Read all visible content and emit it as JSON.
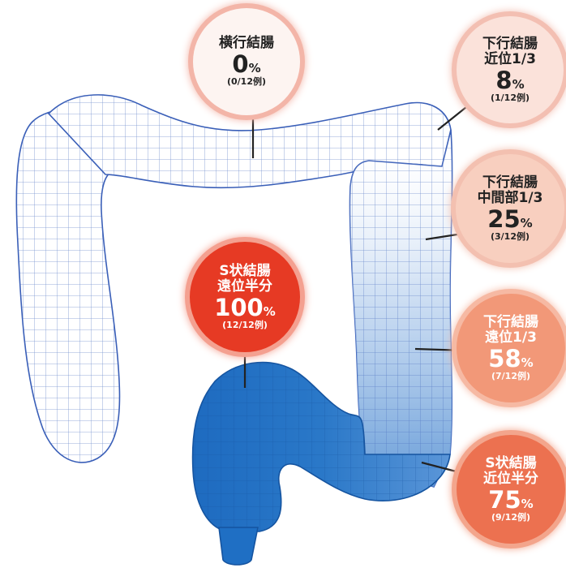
{
  "colors": {
    "outline": "#3a5fb8",
    "mesh": "#4a6fc0",
    "filled": "#1f6fc4",
    "filled_dark": "#1554a0",
    "pointer": "#222222"
  },
  "segments": [
    {
      "id": "transverse",
      "label_lines": [
        "横行結腸"
      ],
      "percent": "0",
      "unit": "%",
      "count": "(0/12例)",
      "value": 0,
      "fill_level": 0.0,
      "bubble_bg": "#fdf4f1",
      "ring": "#f3b5a8",
      "text_color": "#222222"
    },
    {
      "id": "descending-proximal",
      "label_lines": [
        "下行結腸",
        "近位1/3"
      ],
      "percent": "8",
      "unit": "%",
      "count": "(1/12例)",
      "value": 8,
      "fill_level": 0.08,
      "bubble_bg": "#fbe2da",
      "ring": "#f3bfb2",
      "text_color": "#222222"
    },
    {
      "id": "descending-middle",
      "label_lines": [
        "下行結腸",
        "中間部1/3"
      ],
      "percent": "25",
      "unit": "%",
      "count": "(3/12例)",
      "value": 25,
      "fill_level": 0.25,
      "bubble_bg": "#f8cfbf",
      "ring": "#f3c0b0",
      "text_color": "#222222"
    },
    {
      "id": "descending-distal",
      "label_lines": [
        "下行結腸",
        "遠位1/3"
      ],
      "percent": "58",
      "unit": "%",
      "count": "(7/12例)",
      "value": 58,
      "fill_level": 0.58,
      "bubble_bg": "#f29878",
      "ring": "#f6b9a3",
      "text_color": "#ffffff"
    },
    {
      "id": "sigmoid-proximal",
      "label_lines": [
        "S状結腸",
        "近位半分"
      ],
      "percent": "75",
      "unit": "%",
      "count": "(9/12例)",
      "value": 75,
      "fill_level": 0.75,
      "bubble_bg": "#ec7150",
      "ring": "#f3a58c",
      "text_color": "#ffffff"
    },
    {
      "id": "sigmoid-distal",
      "label_lines": [
        "S状結腸",
        "遠位半分"
      ],
      "percent": "100",
      "unit": "%",
      "count": "(12/12例)",
      "value": 100,
      "fill_level": 1.0,
      "bubble_bg": "#e63a24",
      "ring": "#f4a090",
      "text_color": "#ffffff"
    }
  ]
}
